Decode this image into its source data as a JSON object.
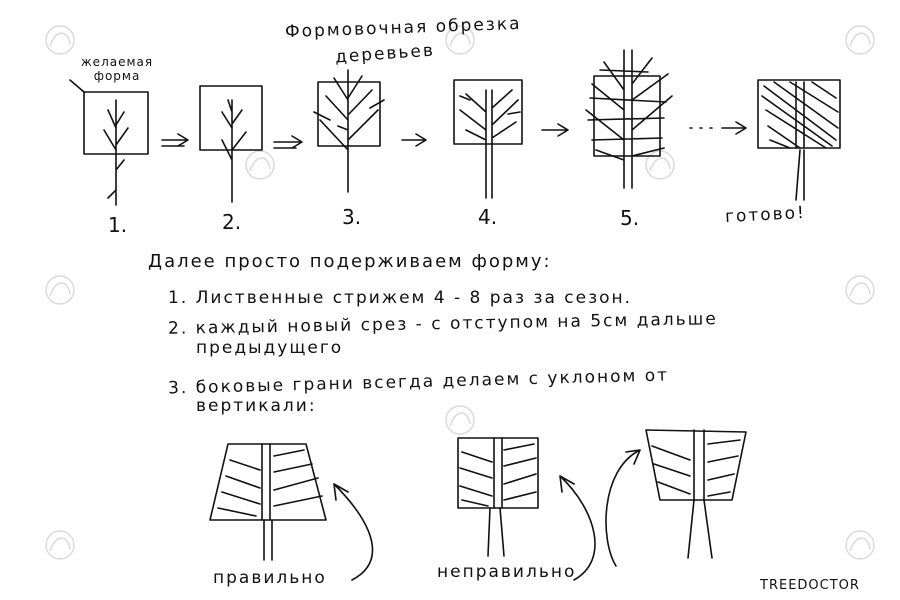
{
  "title": {
    "line1": "Формовочная обрезка",
    "line2": "деревьев"
  },
  "desired_label": "желаемая форма",
  "steps": [
    "1.",
    "2.",
    "3.",
    "4.",
    "5."
  ],
  "done_label": "готово!",
  "intro": "Далее просто подерживаем форму:",
  "rules": [
    "1. Лиственные стрижем 4 - 8 раз за сезон.",
    "2. каждый новый срез - с отступом на 5см дальше",
    "предыдущего",
    "3. боковые грани всегда делаем с уклоном от",
    "вертикали:"
  ],
  "captions": {
    "correct": "правильно",
    "incorrect": "неправильно"
  },
  "signature": "TREEDOCTOR",
  "colors": {
    "ink": "#111111",
    "watermark": "#d9d9d9",
    "paper": "#ffffff"
  }
}
